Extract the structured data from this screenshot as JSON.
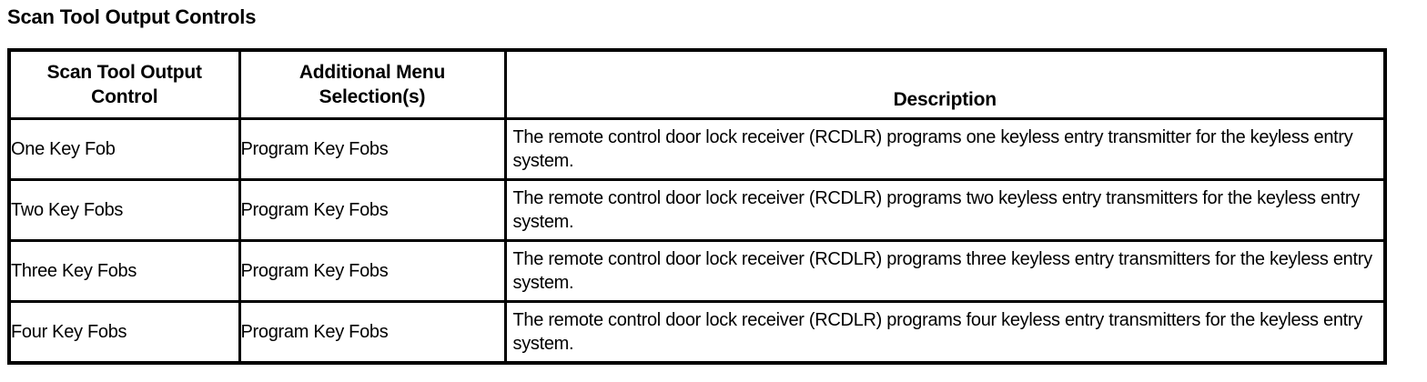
{
  "page_title": "Scan Tool Output Controls",
  "table": {
    "columns": [
      "Scan Tool Output Control",
      "Additional Menu Selection(s)",
      "Description"
    ],
    "column_header_lines": {
      "col1_line1": "Scan Tool Output",
      "col1_line2": "Control",
      "col2_line1": "Additional Menu",
      "col2_line2": "Selection(s)",
      "col3_line1": "Description"
    },
    "rows": [
      {
        "control": "One Key Fob",
        "menu": "Program Key Fobs",
        "description": "The remote control door lock receiver (RCDLR) programs one keyless entry transmitter for the keyless entry system."
      },
      {
        "control": "Two Key Fobs",
        "menu": "Program Key Fobs",
        "description": "The remote control door lock receiver (RCDLR) programs two keyless entry transmitters for the keyless entry system."
      },
      {
        "control": "Three Key Fobs",
        "menu": "Program Key Fobs",
        "description": "The remote control door lock receiver (RCDLR) programs three keyless entry transmitters for the keyless entry system."
      },
      {
        "control": "Four Key Fobs",
        "menu": "Program Key Fobs",
        "description": "The remote control door lock receiver (RCDLR) programs four keyless entry transmitters for the keyless entry system."
      }
    ]
  },
  "colors": {
    "text": "#000000",
    "background": "#ffffff",
    "border": "#000000"
  }
}
